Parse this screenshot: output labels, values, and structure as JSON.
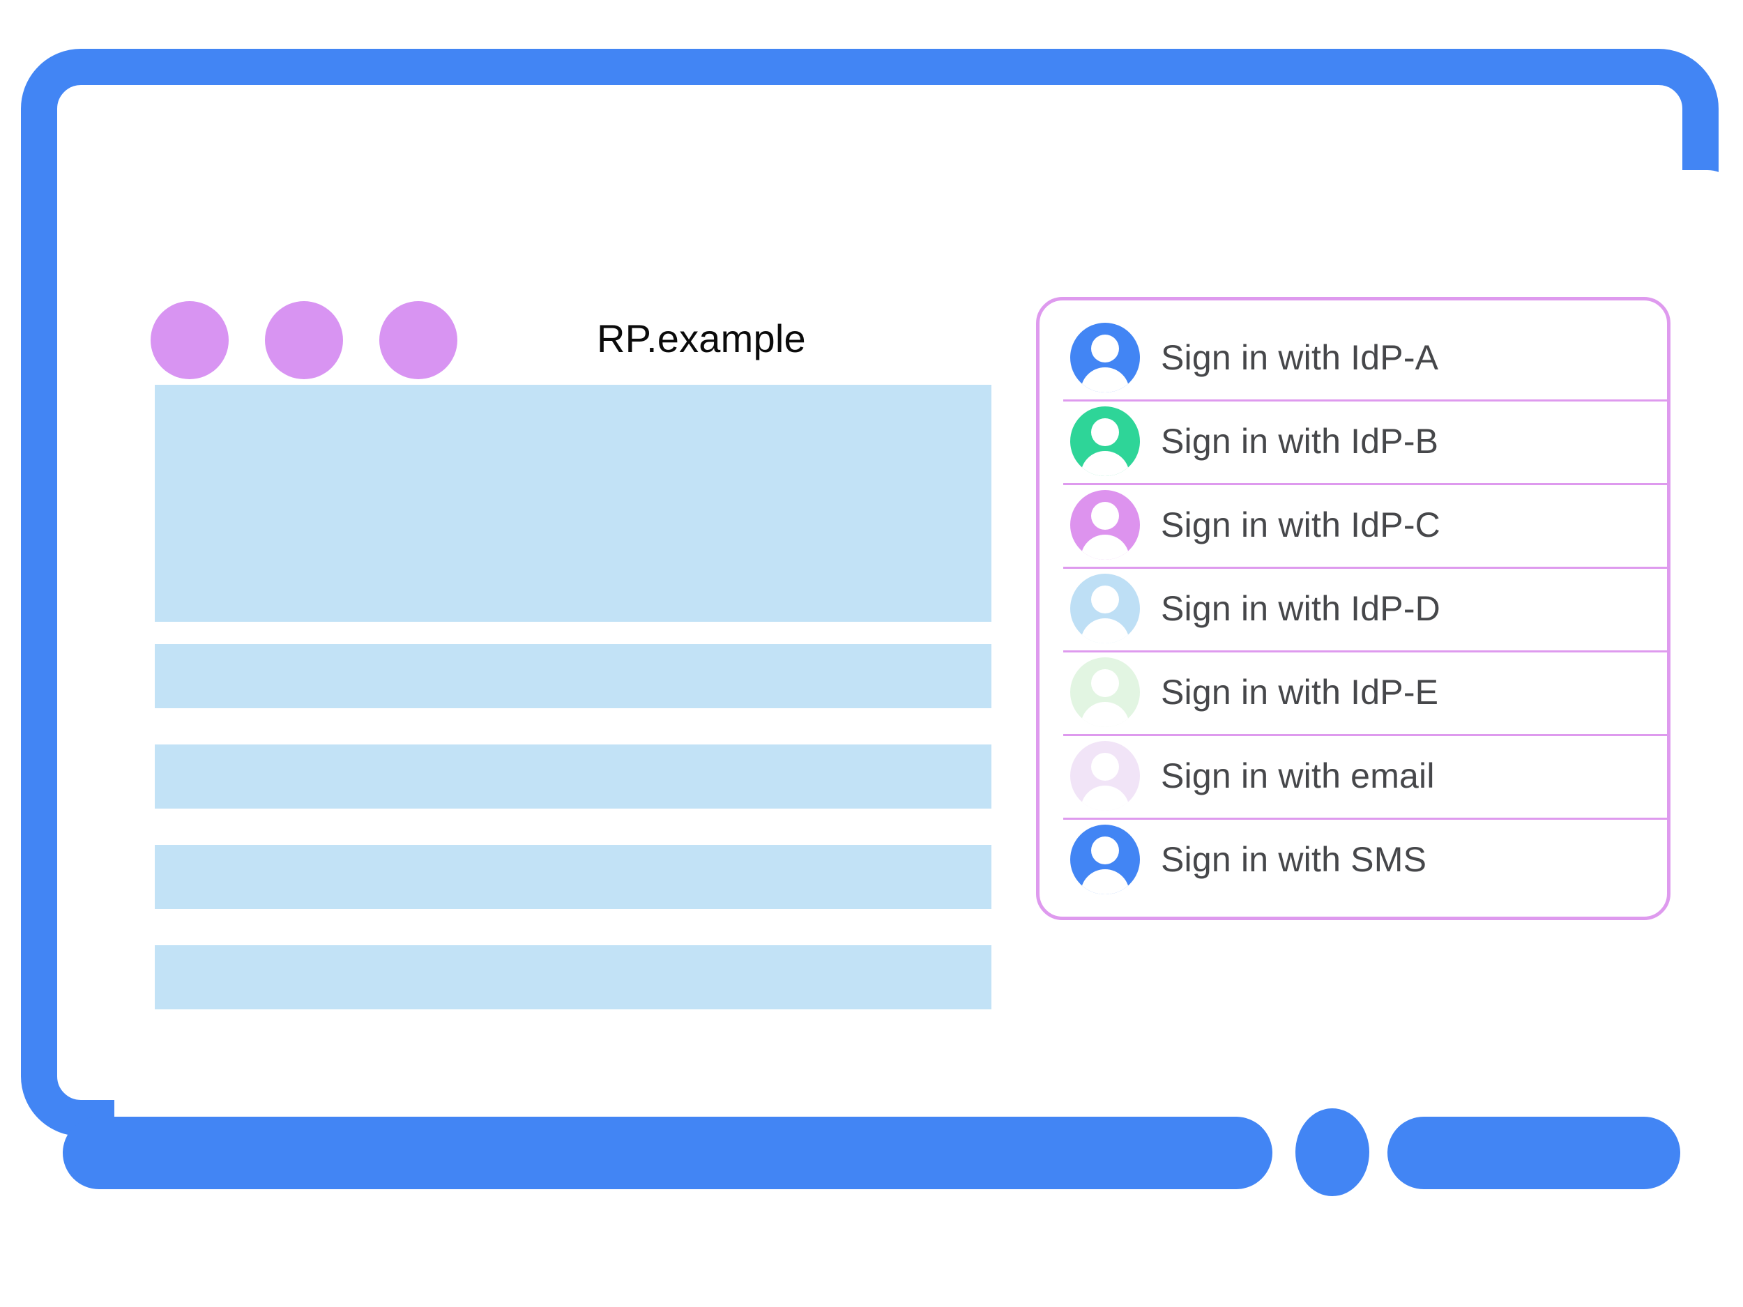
{
  "colors": {
    "frame_blue": "#4285F4",
    "window_dot_purple": "#D894F2",
    "placeholder_blue": "#C2E2F6",
    "card_border_purple": "#DE9AEE",
    "label_text": "#46474A",
    "title_text": "#0B0B0B"
  },
  "titlebar": {
    "title": "RP.example",
    "dots": [
      "window-dot-1",
      "window-dot-2",
      "window-dot-3"
    ]
  },
  "content": {
    "placeholders": [
      {
        "name": "hero-block"
      },
      {
        "name": "text-bar-1"
      },
      {
        "name": "text-bar-2"
      },
      {
        "name": "text-bar-3"
      },
      {
        "name": "text-bar-4"
      }
    ]
  },
  "account_chooser": {
    "accounts": [
      {
        "label": "Sign in with IdP-A",
        "avatar_icon": "person-avatar-icon",
        "avatar_color": "#4285F4"
      },
      {
        "label": "Sign in with IdP-B",
        "avatar_icon": "person-avatar-icon",
        "avatar_color": "#2ED598"
      },
      {
        "label": "Sign in with IdP-C",
        "avatar_icon": "person-avatar-icon",
        "avatar_color": "#DD93EE"
      },
      {
        "label": "Sign in with IdP-D",
        "avatar_icon": "person-avatar-icon",
        "avatar_color": "#BEDFF5"
      },
      {
        "label": "Sign in with IdP-E",
        "avatar_icon": "person-avatar-icon",
        "avatar_color": "#E2F5E2"
      },
      {
        "label": "Sign in with email",
        "avatar_icon": "person-avatar-icon",
        "avatar_color": "#F1E4F7"
      },
      {
        "label": "Sign in with SMS",
        "avatar_icon": "person-avatar-icon",
        "avatar_color": "#4285F4"
      }
    ]
  },
  "device": {
    "home_button_icon": "home-button"
  }
}
